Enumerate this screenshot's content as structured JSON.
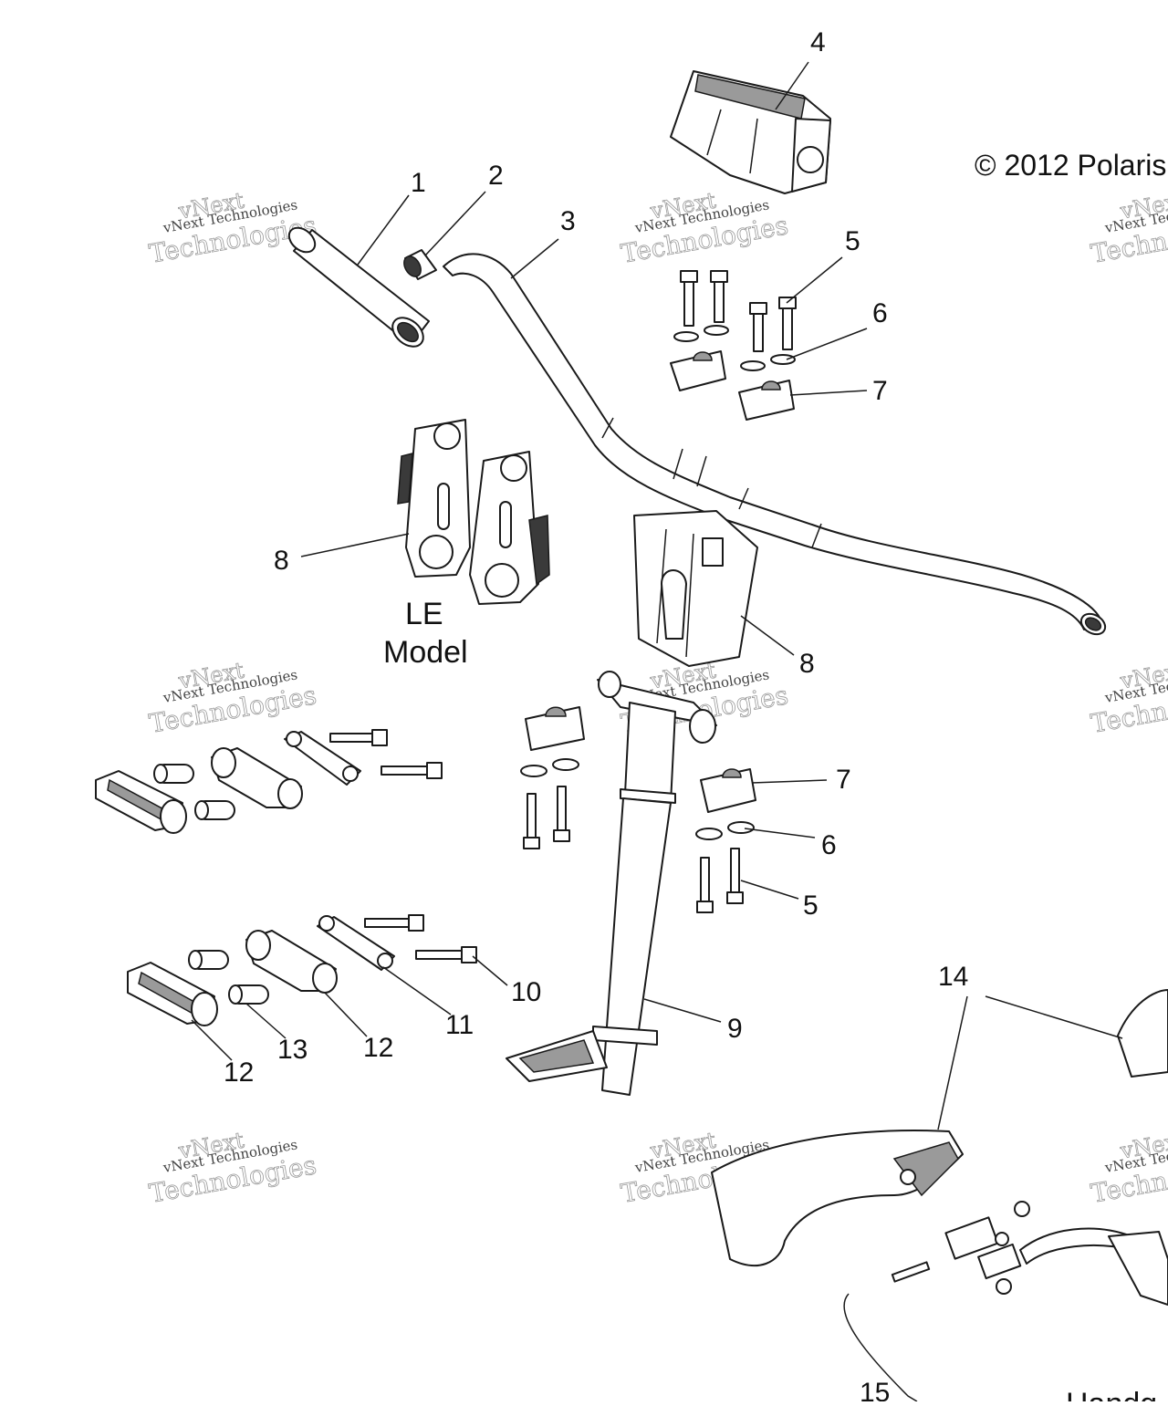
{
  "copyright": "© 2012 Polaris",
  "le_model_label": [
    "LE",
    "Model"
  ],
  "footer_partial_text": "Handg",
  "watermark": {
    "line1": "vNext Technologies",
    "line2": "vNext",
    "line3": "Technologies"
  },
  "callouts": [
    "1",
    "2",
    "3",
    "4",
    "5",
    "6",
    "7",
    "8",
    "LE Model",
    "8",
    "7",
    "6",
    "5",
    "9",
    "10",
    "11",
    "12",
    "13",
    "12",
    "14",
    "15"
  ],
  "colors": {
    "line": "#1a1a1a",
    "background": "#ffffff",
    "watermark": "#999999"
  }
}
